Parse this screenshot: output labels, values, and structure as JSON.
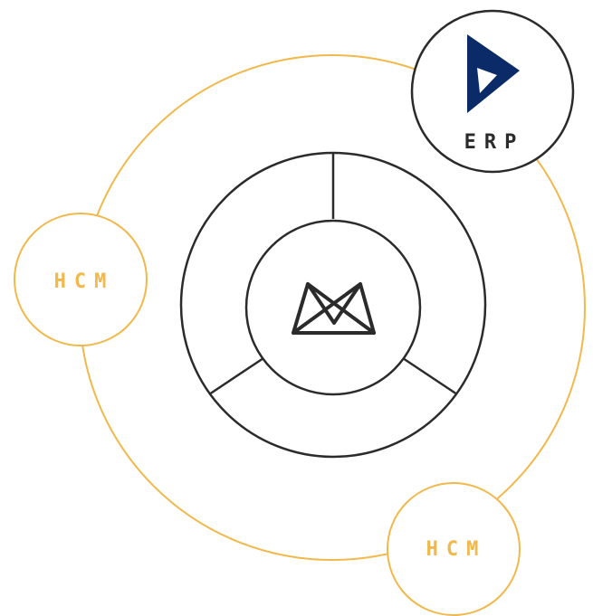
{
  "colors": {
    "background": "#ffffff",
    "orbit": "#f1b84c",
    "hcm_text": "#f1b84c",
    "ring_stroke": "#2b2b2b",
    "erp_text": "#2b2b2b",
    "erp_logo": "#0b2a68"
  },
  "nodes": {
    "erp": {
      "label": "ERP",
      "icon": "dynamics-logo-icon"
    },
    "hcm_left": {
      "label": "HCM"
    },
    "hcm_bottom": {
      "label": "HCM"
    }
  },
  "hub": {
    "icon": "hub-logo-icon",
    "segments": 3
  }
}
